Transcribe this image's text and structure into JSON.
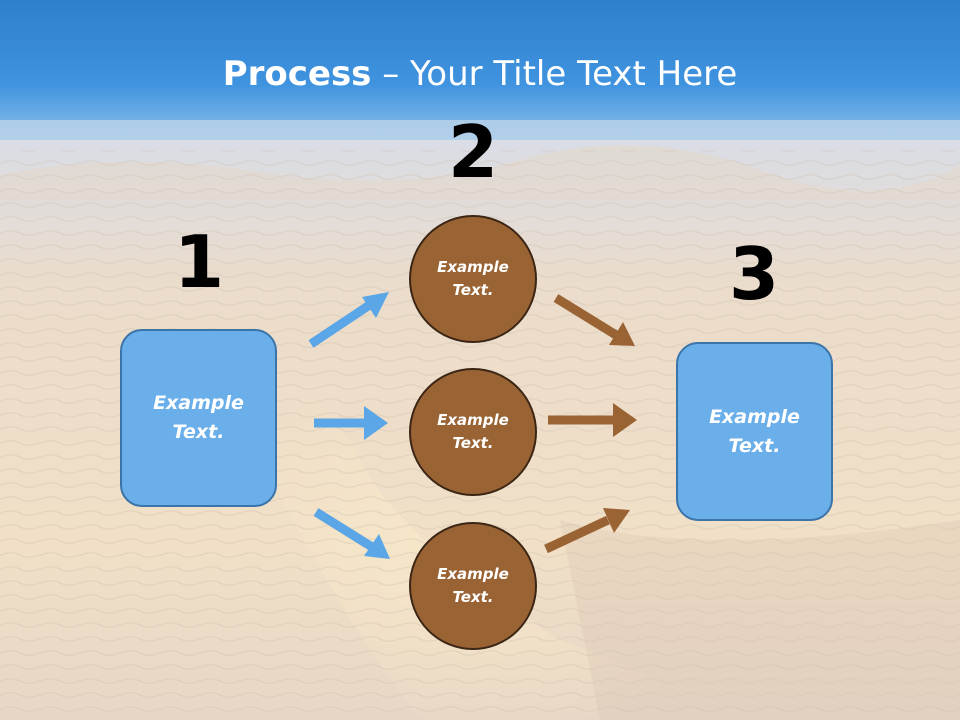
{
  "title": {
    "bold": "Process",
    "rest": " – Your Title Text Here"
  },
  "steps": {
    "one": "1",
    "two": "2",
    "three": "3"
  },
  "left_box": {
    "line1": "Example",
    "line2": "Text."
  },
  "right_box": {
    "line1": "Example",
    "line2": "Text."
  },
  "circles": [
    {
      "line1": "Example",
      "line2": "Text."
    },
    {
      "line1": "Example",
      "line2": "Text."
    },
    {
      "line1": "Example",
      "line2": "Text."
    }
  ],
  "colors": {
    "sky": "#3a8edb",
    "box_fill": "#6aaeea",
    "box_border": "#3a74a8",
    "circle_fill": "#9a6334",
    "circle_border": "#3b2615",
    "arrow_blue": "#5aa6e6",
    "arrow_brown": "#9a6334"
  }
}
